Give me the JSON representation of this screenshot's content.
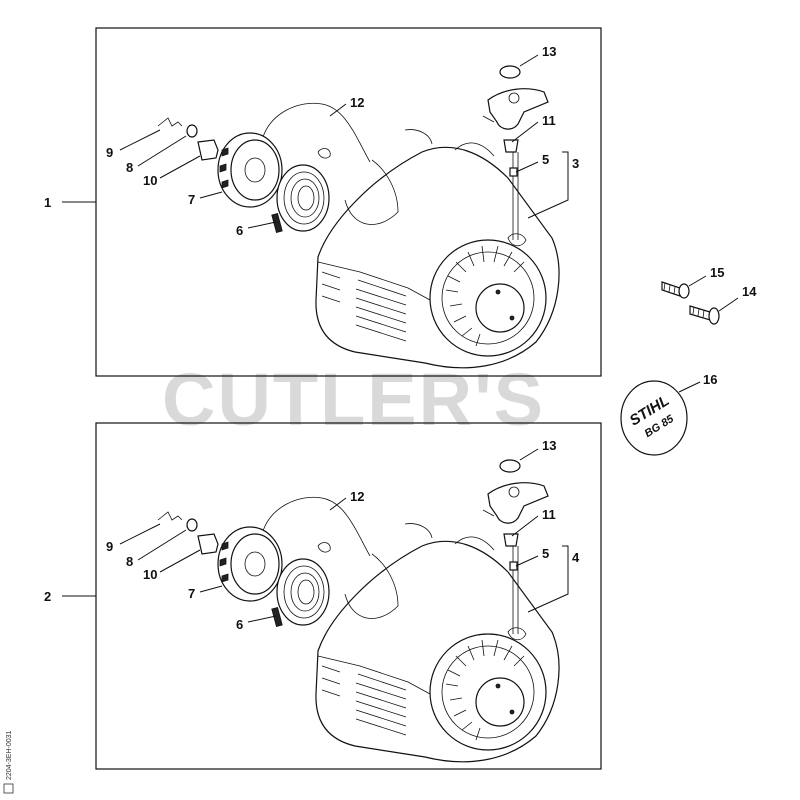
{
  "watermark": "CUTLER'S",
  "doc_code": "2204-3EH-0031",
  "logo_text": [
    "STIHL",
    "BG 85"
  ],
  "assemblies": [
    {
      "id": "1",
      "cover_ref": "3"
    },
    {
      "id": "2",
      "cover_ref": "4"
    }
  ],
  "part_numbers": {
    "p5": "5",
    "p6": "6",
    "p7": "7",
    "p8": "8",
    "p9": "9",
    "p10": "10",
    "p11": "11",
    "p12": "12",
    "p13": "13",
    "p14": "14",
    "p15": "15",
    "p16": "16"
  }
}
